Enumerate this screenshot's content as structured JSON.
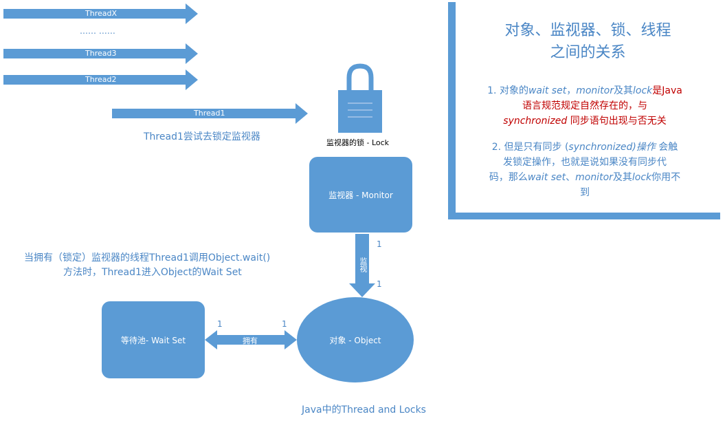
{
  "threads": {
    "threadX": "ThreadX",
    "dots": "…… ……",
    "thread3": "Thread3",
    "thread2": "Thread2",
    "thread1": "Thread1",
    "thread1_caption": "Thread1尝试去锁定监视器"
  },
  "lock": {
    "label": "监视器的锁 - Lock"
  },
  "monitor": {
    "label": "监视器 - Monitor",
    "num_top": "1",
    "num_bottom": "1",
    "arrow_label": "监视"
  },
  "object": {
    "label": "对象 - Object"
  },
  "waitset": {
    "label": "等待池- Wait Set",
    "num_left": "1",
    "num_right": "1",
    "arrow_label": "拥有"
  },
  "wait_note": {
    "line1": "当拥有（锁定）监视器的线程Thread1调用Object.wait()",
    "line2": "方法时，Thread1进入Object的Wait Set"
  },
  "footer": "Java中的Thread and Locks",
  "panel": {
    "title_line1": "对象、监视器、锁、线程",
    "title_line2": "之间的关系",
    "p1": {
      "a": "1. 对象的",
      "b": "wait set",
      "c": "，",
      "d": "monitor",
      "e": "及其",
      "f": "lock",
      "g": "是Java",
      "h": "语言规范规定自然存在的，与",
      "i": "synchronized",
      "j": " 同步语句出现与否无关"
    },
    "p2": {
      "a": "2. 但是只有同步 (",
      "b": "synchronized)操作",
      "c": " 会触",
      "d": "发锁定操作，也就是说如果没有同步代",
      "e": "码，那么",
      "f": "wait set",
      "g": "、",
      "h": "monitor",
      "i": "及其",
      "j": "lock",
      "k": "你用不",
      "l": "到"
    }
  },
  "colors": {
    "accent": "#5b9bd5",
    "text_blue": "#4a86c5",
    "red": "#c00000"
  }
}
